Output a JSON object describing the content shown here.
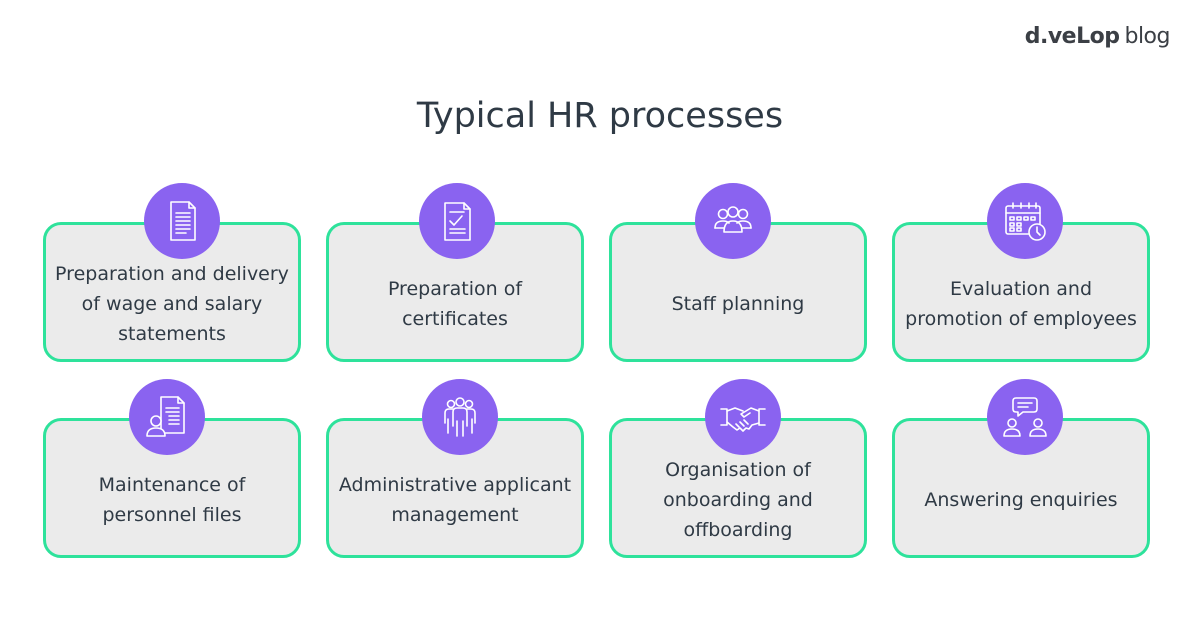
{
  "brand": {
    "primary": "d.veLop",
    "secondary": "blog"
  },
  "title": "Typical HR processes",
  "colors": {
    "card_border": "#2ee29b",
    "card_fill": "#ebebeb",
    "icon_circle": "#8a63f0",
    "text": "#2f3a45"
  },
  "cards": [
    {
      "label": "Preparation and delivery of wage and salary statements",
      "icon": "document-icon"
    },
    {
      "label": "Preparation of certificates",
      "icon": "certificate-check-icon"
    },
    {
      "label": "Staff planning",
      "icon": "team-group-icon"
    },
    {
      "label": "Evaluation and promotion of employees",
      "icon": "calendar-clock-icon"
    },
    {
      "label": "Maintenance of personnel files",
      "icon": "person-file-icon"
    },
    {
      "label": "Administrative applicant management",
      "icon": "people-group-icon"
    },
    {
      "label": "Organisation of onboarding and offboarding",
      "icon": "handshake-icon"
    },
    {
      "label": "Answering enquiries",
      "icon": "chat-people-icon"
    }
  ]
}
